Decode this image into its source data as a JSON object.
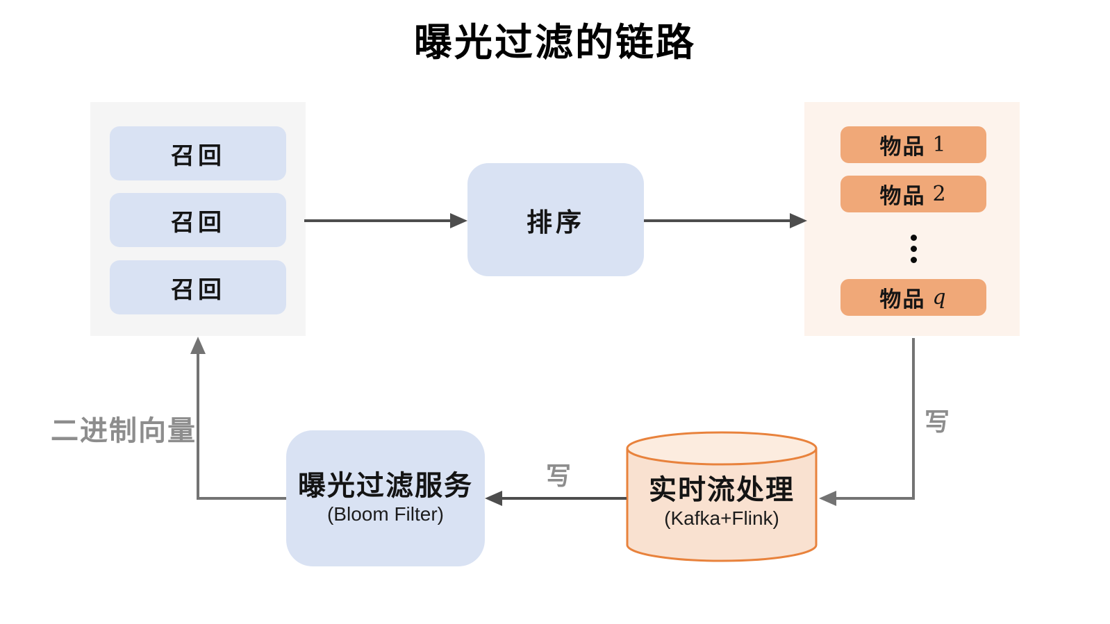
{
  "title": "曝光过滤的链路",
  "recall_panel": {
    "items": [
      "召回",
      "召回",
      "召回"
    ]
  },
  "ranking": {
    "label": "排序"
  },
  "output_panel": {
    "items": [
      {
        "prefix": "物品",
        "suffix": "1"
      },
      {
        "prefix": "物品",
        "suffix": "2"
      },
      {
        "prefix": "物品",
        "suffix": "q"
      }
    ],
    "ellipsis": "⋮"
  },
  "stream_node": {
    "label": "实时流处理",
    "sublabel": "(Kafka+Flink)"
  },
  "filter_node": {
    "label": "曝光过滤服务",
    "sublabel": "(Bloom Filter)"
  },
  "edges": {
    "write_right": "写",
    "write_bottom": "写",
    "binary_vector": "二进制向量"
  },
  "colors": {
    "blue_box": "#d9e2f3",
    "gray_panel": "#f5f5f5",
    "orange_box": "#f0a878",
    "orange_panel": "#fdf3ec",
    "cylinder_fill": "#f9e1d0",
    "cylinder_top_fill": "#fcecdf",
    "cylinder_stroke": "#e8823c",
    "arrow_dark": "#4d4d4d",
    "arrow_gray": "#737373",
    "edge_label_gray": "#8d8d8d"
  }
}
